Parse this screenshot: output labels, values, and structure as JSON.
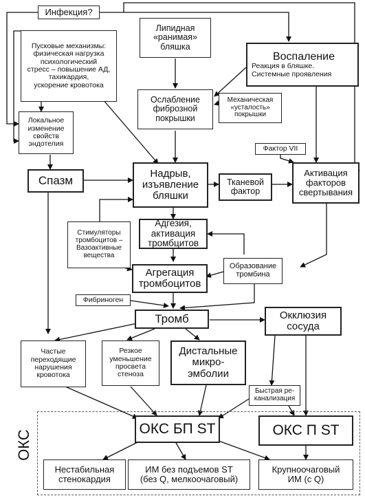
{
  "nodes": {
    "infection": "Инфекция?",
    "triggers": "Пусковые механизмы:\nфизическая нагрузка\nпсихологический\nстресс – повышение АД,\nтахикардия,\nускорение кровотока",
    "lipid": "Липидная\n«ранимая»\nбляшка",
    "inflammation_title": "Воспаление",
    "inflammation_sub": "Реакция в бляшке.\nСистемные проявления",
    "cap": "Ослабление\nфиброзной\nпокрышки",
    "fatigue": "Механическая\n«усталость»\nпокрышки",
    "endothelium": "Локальное\nизменение\nсвойств\nэндотелия",
    "factor7": "Фактор VII",
    "spasm": "Спазм",
    "rupture": "Надрыв,\nизъявление\nбляшки",
    "tissue": "Тканевой\nфактор",
    "coag": "Активация\nфакторов\nсвертывания",
    "adhesion": "Адгезия,\nактивация\nтромбцитов",
    "stimulators": "Стимуляторы\nтромбоцитов –\nВазоактивные\nвещества",
    "aggregation": "Агрегация\nтромбоцитов",
    "thrombin": "Образование\nтромбина",
    "fibrinogen": "Фибриноген",
    "thrombus": "Тромб",
    "occlusion": "Окклюзия\nсосуда",
    "transient": "Частые\nпереходящие\nнарушения\nкровотока",
    "stenosis": "Резкое\nуменьшение\nпросвета\nстеноза",
    "emboli": "Дистальные\nмикро-\nэмболии",
    "recanal": "Быстрая ре-\nканализация",
    "acs_nst": "ОКС БП ST",
    "acs_st": "ОКС П ST",
    "unstable": "Нестабильная\nстенокардия",
    "mi_nq": "ИМ без подъемов ST\n(без Q, мелкоочаговый)",
    "mi_q": "Крупноочаговый\nИМ (с Q)"
  },
  "group_label": "ОКС"
}
